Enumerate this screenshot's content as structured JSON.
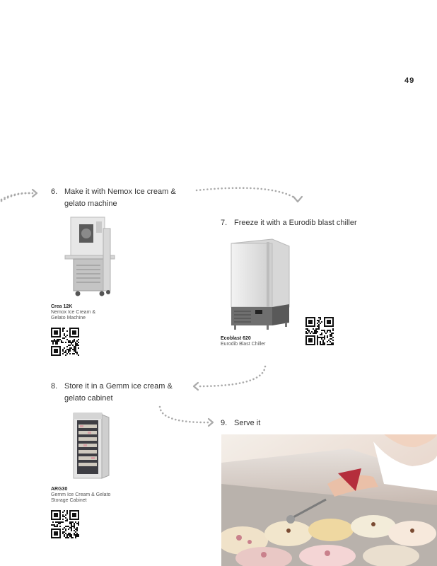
{
  "page_number": "49",
  "steps": [
    {
      "num": "6.",
      "line1": "Make it with Nemox Ice cream &",
      "line2": "gelato machine"
    },
    {
      "num": "7.",
      "line1": "Freeze it with a Eurodib blast chiller",
      "line2": ""
    },
    {
      "num": "8.",
      "line1": "Store it in a Gemm ice cream &",
      "line2": "gelato cabinet"
    },
    {
      "num": "9.",
      "line1": "Serve it",
      "line2": ""
    }
  ],
  "products": [
    {
      "name": "Crea 12K",
      "desc1": "Nemox Ice Cream &",
      "desc2": "Gelato Machine"
    },
    {
      "name": "Ecoblast 620",
      "desc1": "Eurodib Blast Chiller",
      "desc2": ""
    },
    {
      "name": "ARG30",
      "desc1": "Gemm Ice Cream & Gelato",
      "desc2": "Storage Cabinet"
    }
  ]
}
